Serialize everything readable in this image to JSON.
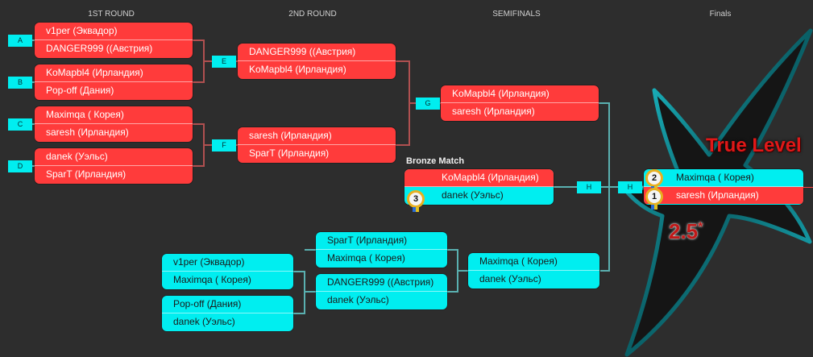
{
  "rounds": {
    "r1": "1ST ROUND",
    "r2": "2ND ROUND",
    "semi": "SEMIFINALS",
    "final": "Finals"
  },
  "tags": {
    "A": "A",
    "B": "B",
    "C": "C",
    "D": "D",
    "E": "E",
    "F": "F",
    "G": "G",
    "H": "H"
  },
  "upper": {
    "r1": [
      {
        "top": "v1per (Эквадор)",
        "bottom": "DANGER999 ((Австрия)"
      },
      {
        "top": "KoMapbl4 (Ирландия)",
        "bottom": "Pop-off (Дания)"
      },
      {
        "top": "Maximqa ( Корея)",
        "bottom": "saresh (Ирландия)"
      },
      {
        "top": "danek (Уэльс)",
        "bottom": "SparT (Ирландия)"
      }
    ],
    "r2": [
      {
        "top": "DANGER999 ((Австрия)",
        "bottom": "KoMapbl4 (Ирландия)"
      },
      {
        "top": "saresh (Ирландия)",
        "bottom": "SparT (Ирландия)"
      }
    ],
    "semi": {
      "top": "KoMapbl4 (Ирландия)",
      "bottom": "saresh (Ирландия)"
    }
  },
  "bronze": {
    "label": "Bronze Match",
    "top": "KoMapbl4 (Ирландия)",
    "bottom": "danek (Уэльс)",
    "medal": "3"
  },
  "final": {
    "top": "Maximqa ( Корея)",
    "bottom": "saresh (Ирландия)",
    "medal_top": "2",
    "medal_bottom": "1"
  },
  "lower": {
    "r1": [
      {
        "top": "v1per (Эквадор)",
        "bottom": "Maximqa ( Корея)"
      },
      {
        "top": "Pop-off (Дания)",
        "bottom": "danek (Уэльс)"
      }
    ],
    "r2": [
      {
        "top": "SparT (Ирландия)",
        "bottom": "Maximqa ( Корея)"
      },
      {
        "top": "DANGER999 ((Австрия)",
        "bottom": "danek (Уэльс)"
      }
    ],
    "final": {
      "top": "Maximqa ( Корея)",
      "bottom": "danek (Уэльс)"
    }
  },
  "logo": {
    "text": "True Level",
    "number": "2.5",
    "mark": "*"
  },
  "colors": {
    "red": "#ff3b3b",
    "cyan": "#00eef0",
    "background": "#2d2d2d",
    "star": "#19b3bf"
  }
}
